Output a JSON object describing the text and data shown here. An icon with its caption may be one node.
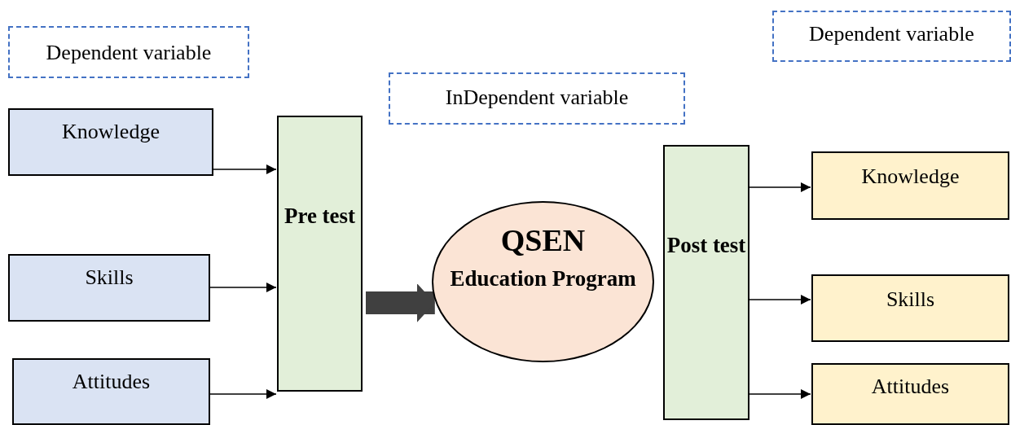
{
  "diagram": {
    "nodes": [
      {
        "text": [
          "Dependent variable"
        ]
      },
      {
        "text": [
          "Dependent variable"
        ]
      },
      {
        "text": [
          "InDependent variable"
        ]
      },
      {
        "text": [
          "Knowledge"
        ]
      },
      {
        "text": [
          "Skills"
        ]
      },
      {
        "text": [
          "Attitudes"
        ]
      },
      {
        "text": [
          "Pre test"
        ]
      },
      {
        "text": [
          "QSEN",
          "Education Program"
        ]
      },
      {
        "text": [
          "Post test"
        ]
      },
      {
        "text": [
          "Knowledge"
        ]
      },
      {
        "text": [
          "Skills"
        ]
      },
      {
        "text": [
          "Attitudes"
        ]
      }
    ],
    "edges": [
      {
        "from": 3,
        "to": 6,
        "arrow": "to"
      },
      {
        "from": 4,
        "to": 6,
        "arrow": "to"
      },
      {
        "from": 5,
        "to": 6,
        "arrow": "to"
      },
      {
        "from": 6,
        "to": 7,
        "arrow": "to",
        "style": "thick",
        "color": "#404040"
      },
      {
        "from": 8,
        "to": 9,
        "arrow": "to"
      },
      {
        "from": 8,
        "to": 10,
        "arrow": "to"
      },
      {
        "from": 8,
        "to": 11,
        "arrow": "to"
      }
    ]
  }
}
